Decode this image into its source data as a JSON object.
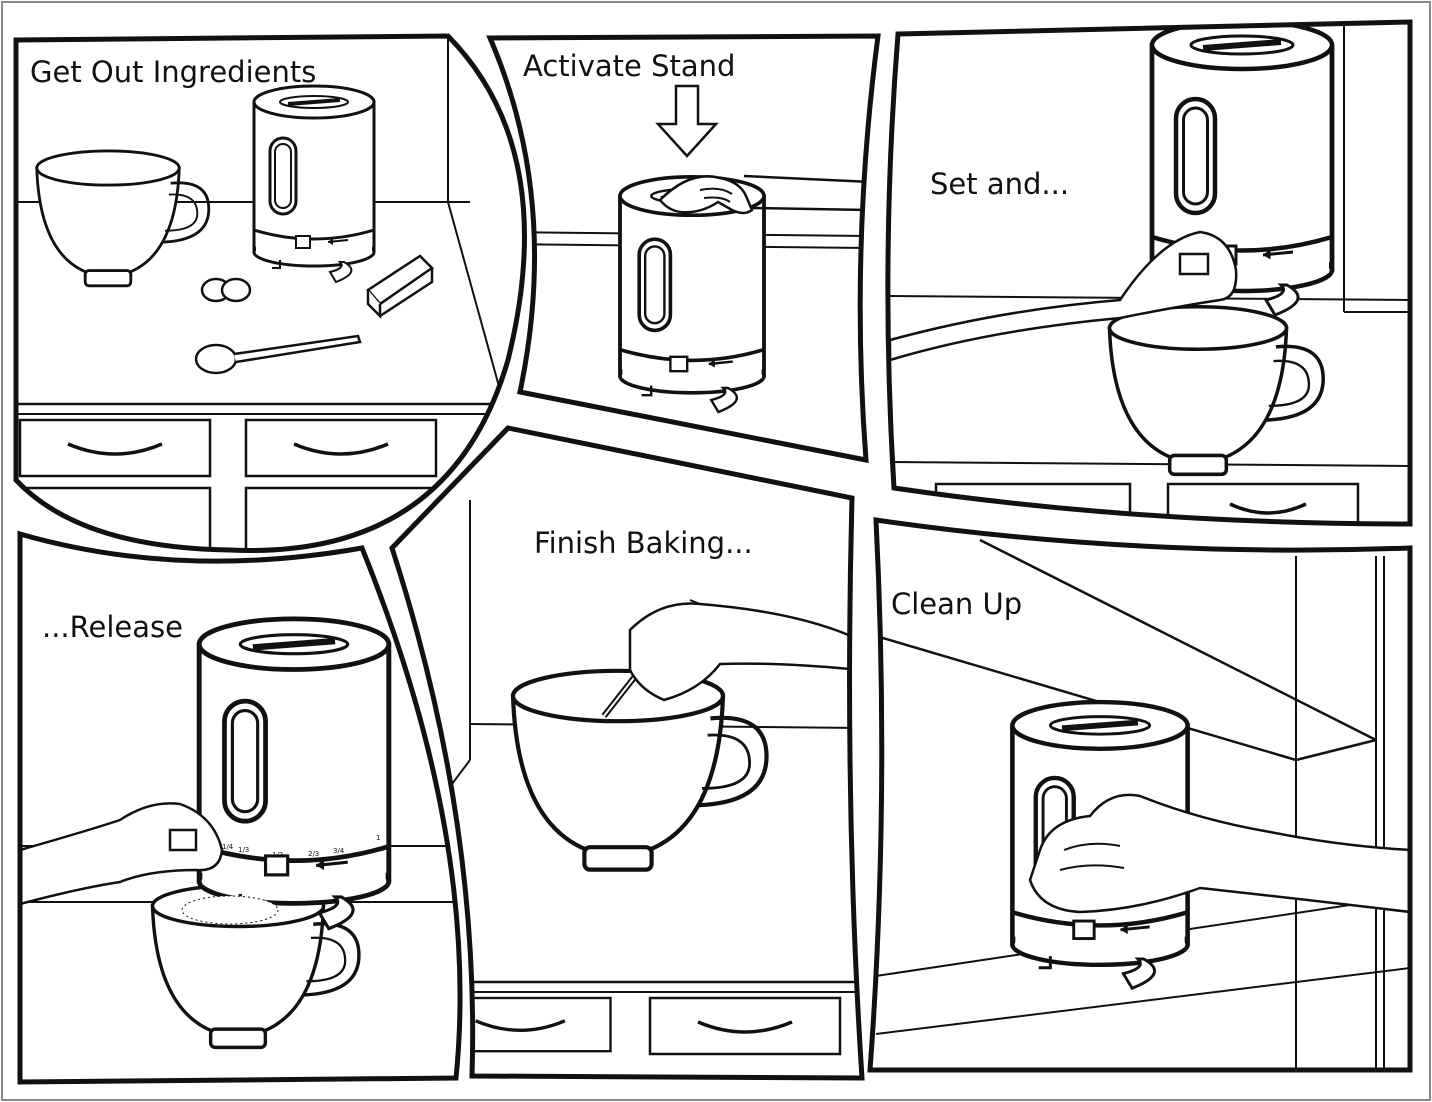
{
  "panels": [
    {
      "caption": "Get Out Ingredients"
    },
    {
      "caption": "Activate Stand"
    },
    {
      "caption": "Set and..."
    },
    {
      "caption": "...Release"
    },
    {
      "caption": "Finish Baking..."
    },
    {
      "caption": "Clean Up"
    }
  ],
  "dial_markings": [
    "1/4",
    "1/3",
    "1/2",
    "2/3",
    "3/4",
    "1"
  ],
  "colors": {
    "ink": "#111111",
    "paper": "#ffffff",
    "frame": "#888888"
  }
}
